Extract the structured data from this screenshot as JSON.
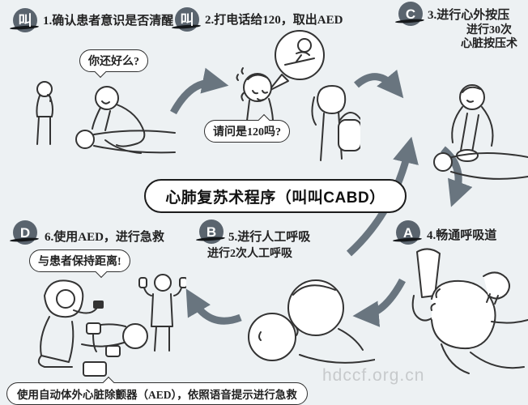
{
  "title": "心肺复苏术程序（叫叫CABD）",
  "steps": {
    "s1": {
      "badge": "叫",
      "label": "1.确认患者意识是否清醒",
      "bubble": "你还好么?"
    },
    "s2": {
      "badge": "叫",
      "label": "2.打电话给120，取出AED",
      "bubble": "请问是120吗?"
    },
    "s3": {
      "badge": "C",
      "label": "3.进行心外按压",
      "note1": "进行30次",
      "note2": "心脏按压术"
    },
    "s4": {
      "badge": "A",
      "label": "4.畅通呼吸道"
    },
    "s5": {
      "badge": "B",
      "label": "5.进行人工呼吸",
      "note": "进行2次人工呼吸"
    },
    "s6": {
      "badge": "D",
      "label": "6.使用AED，进行急救",
      "bubble": "与患者保持距离!"
    }
  },
  "footer": {
    "bubble": "使用自动体外心脏除颤器（AED），依照语音提示进行急救"
  },
  "watermark": "hdccf.org.cn",
  "colors": {
    "background": "#edf1f3",
    "badge": "#5a646e",
    "arrow": "#5e6b76",
    "ink": "#2f2f2f",
    "watermark": "#c7cacc"
  }
}
